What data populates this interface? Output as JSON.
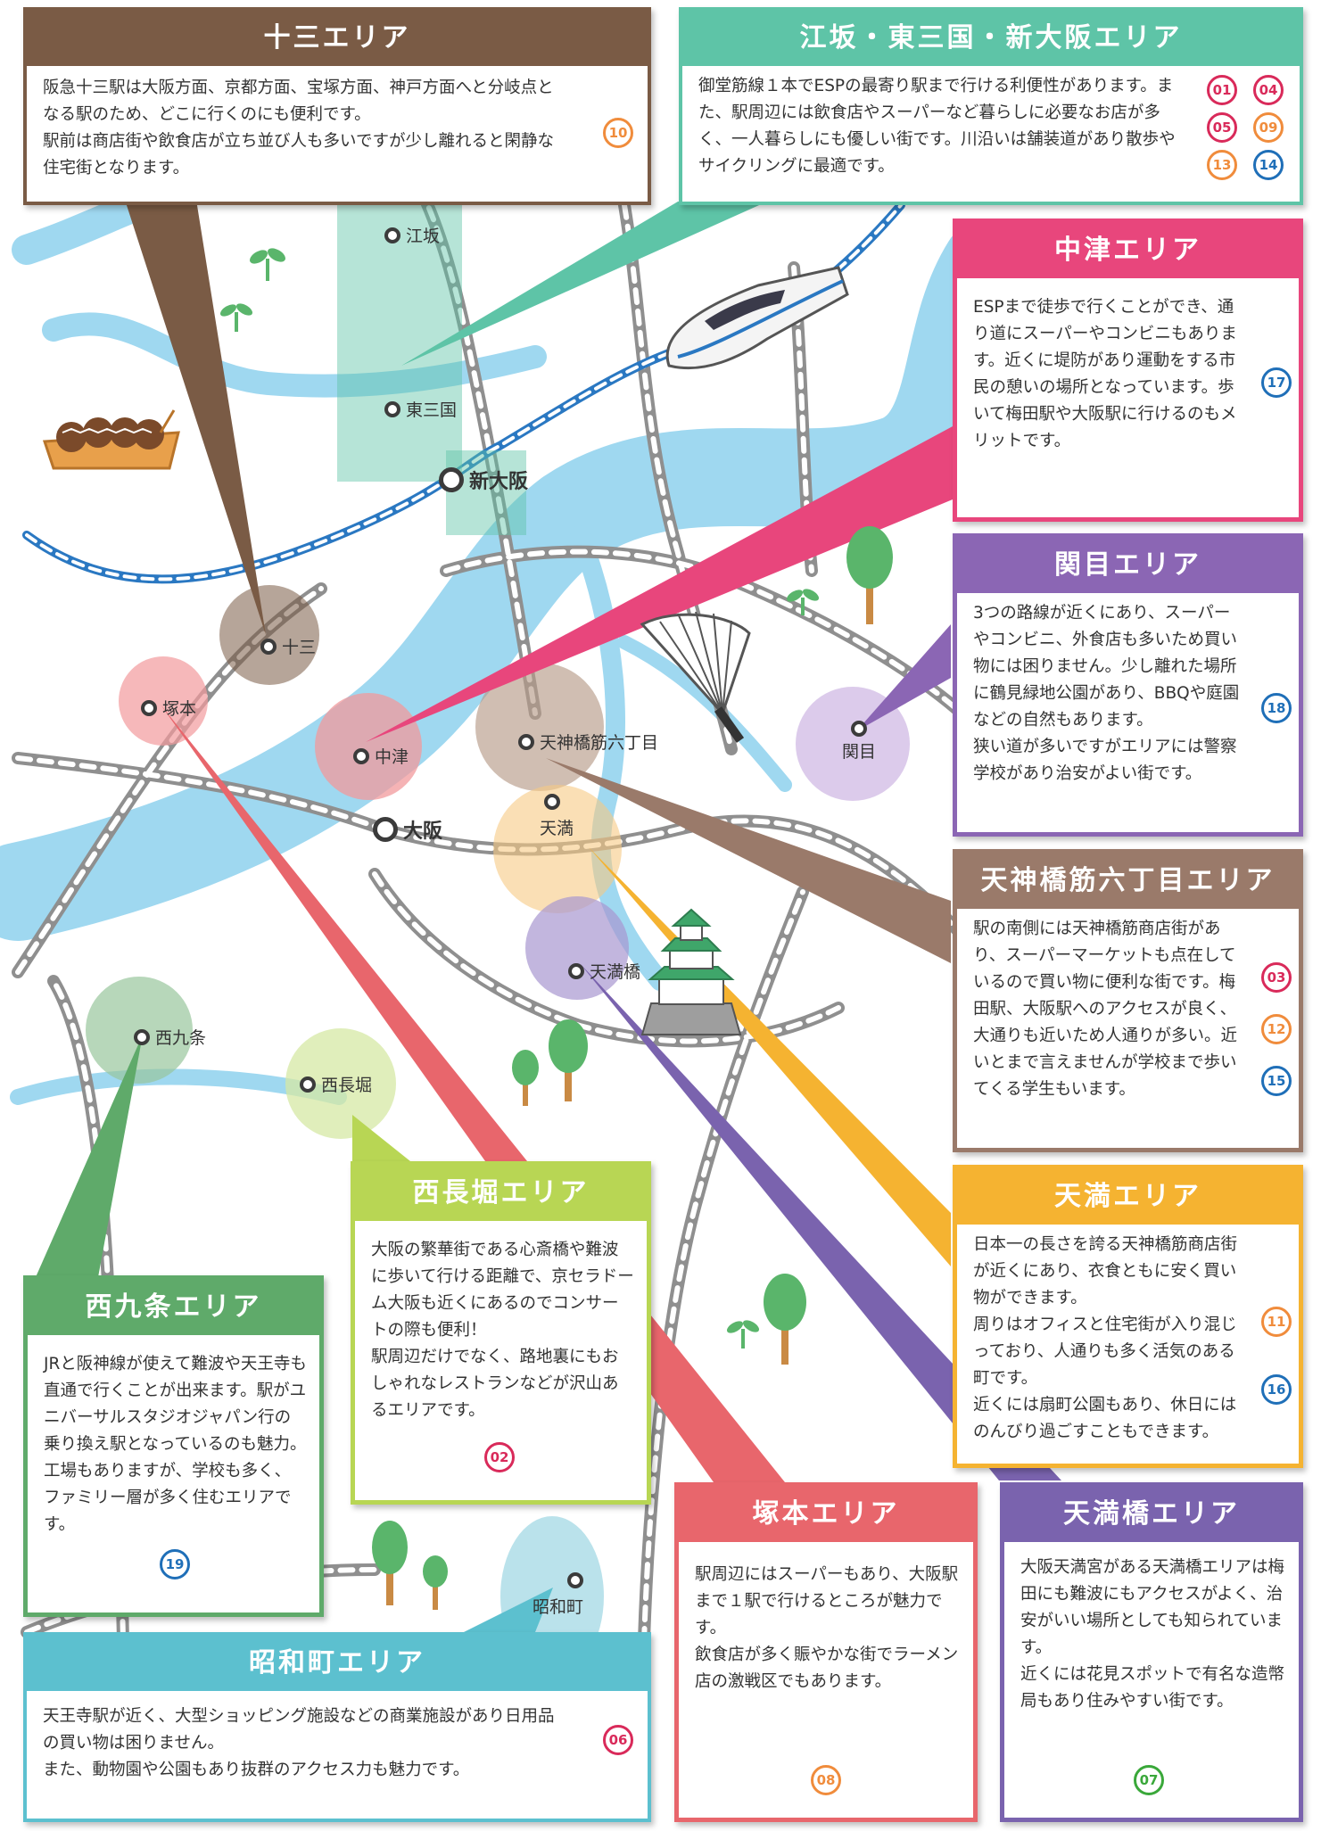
{
  "colors": {
    "river": "#9fd8f0",
    "rail": "#b9b9b9",
    "metro": "#2a78c2",
    "mifuki": "#2a78c2",
    "jusou": "#7a5b45",
    "esaka": "#5ec4a7",
    "nakatsu": "#e8467c",
    "sekime": "#8b66b4",
    "tenjin6": "#9a7a6a",
    "tenma": "#f5b331",
    "nishinagahori": "#b8d654",
    "nishikujo": "#5faa6a",
    "showacho": "#5cc0cf",
    "tsukamoto": "#e8666c",
    "tenmabashi": "#7a63ae"
  },
  "stations": [
    {
      "name": "江坂",
      "major": false
    },
    {
      "name": "東三国",
      "major": false
    },
    {
      "name": "新大阪",
      "major": true
    },
    {
      "name": "十三",
      "major": false
    },
    {
      "name": "塚本",
      "major": false
    },
    {
      "name": "中津",
      "major": false
    },
    {
      "name": "天神橋筋六丁目",
      "major": false
    },
    {
      "name": "関目",
      "major": false
    },
    {
      "name": "大阪",
      "major": true
    },
    {
      "name": "天満",
      "major": false
    },
    {
      "name": "天満橋",
      "major": false
    },
    {
      "name": "西九条",
      "major": false
    },
    {
      "name": "西長堀",
      "major": false
    },
    {
      "name": "昭和町",
      "major": false
    }
  ],
  "areas": {
    "jusou": {
      "title": "十三エリア",
      "desc": "阪急十三駅は大阪方面、京都方面、宝塚方面、神戸方面へと分岐点となる駅のため、どこに行くのにも便利です。\n駅前は商店街や飲食店が立ち並び人も多いですが少し離れると閑静な住宅街となります。",
      "numbers": [
        {
          "label": "10",
          "color": "#f08c3c"
        }
      ]
    },
    "esaka": {
      "title": "江坂・東三国・新大阪エリア",
      "desc": "御堂筋線１本でESPの最寄り駅まで行ける利便性があります。また、駅周辺には飲食店やスーパーなど暮らしに必要なお店が多く、一人暮らしにも優しい街です。川沿いは舗装道があり散歩やサイクリングに最適です。",
      "numbers": [
        {
          "label": "01",
          "color": "#d92a5a"
        },
        {
          "label": "04",
          "color": "#d92a5a"
        },
        {
          "label": "05",
          "color": "#d92a5a"
        },
        {
          "label": "09",
          "color": "#f08c3c"
        },
        {
          "label": "13",
          "color": "#f08c3c"
        },
        {
          "label": "14",
          "color": "#1f6fb8"
        }
      ]
    },
    "nakatsu": {
      "title": "中津エリア",
      "desc": "ESPまで徒歩で行くことができ、通り道にスーパーやコンビニもあります。近くに堤防があり運動をする市民の憩いの場所となっています。歩いて梅田駅や大阪駅に行けるのもメリットです。",
      "numbers": [
        {
          "label": "17",
          "color": "#1f6fb8"
        }
      ]
    },
    "sekime": {
      "title": "関目エリア",
      "desc": "3つの路線が近くにあり、スーパーやコンビニ、外食店も多いため買い物には困りません。少し離れた場所に鶴見緑地公園があり、BBQや庭園などの自然もあります。\n狭い道が多いですがエリアには警察学校があり治安がよい街です。",
      "numbers": [
        {
          "label": "18",
          "color": "#1f6fb8"
        }
      ]
    },
    "tenjin6": {
      "title": "天神橋筋六丁目エリア",
      "desc": "駅の南側には天神橋筋商店街があり、スーパーマーケットも点在しているので買い物に便利な街です。梅田駅、大阪駅へのアクセスが良く、大通りも近いため人通りが多い。近いとまで言えませんが学校まで歩いてくる学生もいます。",
      "numbers": [
        {
          "label": "03",
          "color": "#d92a5a"
        },
        {
          "label": "12",
          "color": "#f08c3c"
        },
        {
          "label": "15",
          "color": "#1f6fb8"
        }
      ]
    },
    "tenma": {
      "title": "天満エリア",
      "desc": "日本一の長さを誇る天神橋筋商店街が近くにあり、衣食ともに安く買い物ができます。\n周りはオフィスと住宅街が入り混じっており、人通りも多く活気のある町です。\n近くには扇町公園もあり、休日にはのんびり過ごすこともできます。",
      "numbers": [
        {
          "label": "11",
          "color": "#f08c3c"
        },
        {
          "label": "16",
          "color": "#1f6fb8"
        }
      ]
    },
    "nishinagahori": {
      "title": "西長堀エリア",
      "desc": "大阪の繁華街である心斎橋や難波に歩いて行ける距離で、京セラドーム大阪も近くにあるのでコンサートの際も便利！\n駅周辺だけでなく、路地裏にもおしゃれなレストランなどが沢山あるエリアです。",
      "numbers": [
        {
          "label": "02",
          "color": "#d92a5a"
        }
      ]
    },
    "nishikujo": {
      "title": "西九条エリア",
      "desc": "JRと阪神線が使えて難波や天王寺も直通で行くことが出来ます。駅がユニバーサルスタジオジャパン行の乗り換え駅となっているのも魅力。\n工場もありますが、学校も多く、ファミリー層が多く住むエリアです。",
      "numbers": [
        {
          "label": "19",
          "color": "#1f6fb8"
        }
      ]
    },
    "showacho": {
      "title": "昭和町エリア",
      "desc": "天王寺駅が近く、大型ショッピング施設などの商業施設があり日用品の買い物は困りません。\nまた、動物園や公園もあり抜群のアクセス力も魅力です。",
      "numbers": [
        {
          "label": "06",
          "color": "#d92a5a"
        }
      ]
    },
    "tsukamoto": {
      "title": "塚本エリア",
      "desc": "駅周辺にはスーパーもあり、大阪駅まで１駅で行けるところが魅力です。\n飲食店が多く賑やかな街でラーメン店の激戦区でもあります。",
      "numbers": [
        {
          "label": "08",
          "color": "#f08c3c"
        }
      ]
    },
    "tenmabashi": {
      "title": "天満橋エリア",
      "desc": "大阪天満宮がある天満橋エリアは梅田にも難波にもアクセスがよく、治安がいい場所としても知られています。\n近くには花見スポットで有名な造幣局もあり住みやすい街です。",
      "numbers": [
        {
          "label": "07",
          "color": "#3aa83a"
        }
      ]
    }
  },
  "icons": [
    "sprout-icon",
    "takoyaki-icon",
    "shinkansen-icon",
    "tree-icon",
    "folding-fan-icon",
    "osaka-castle-icon"
  ]
}
